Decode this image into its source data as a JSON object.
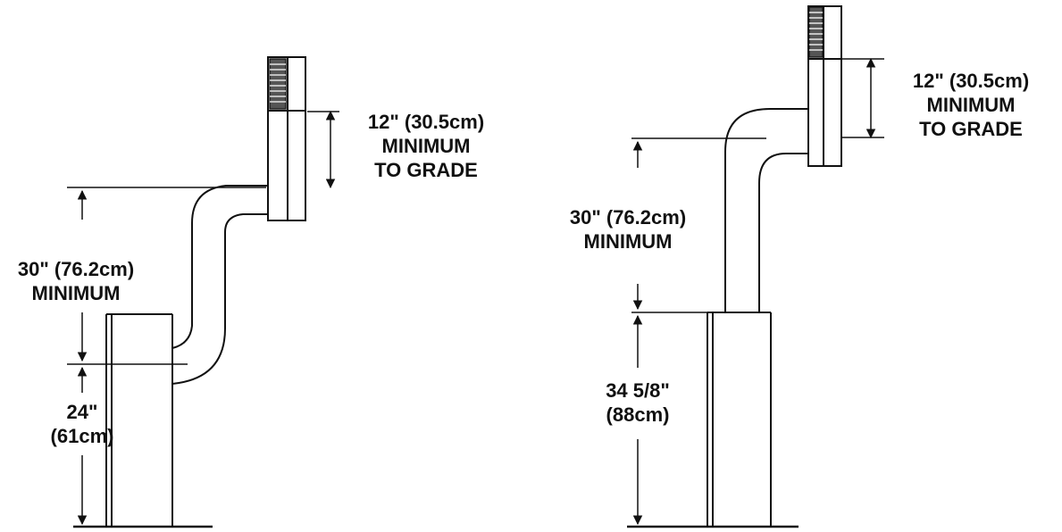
{
  "labels": {
    "left_top_line1": "12\" (30.5cm)",
    "left_top_line2": "MINIMUM",
    "left_top_line3": "TO GRADE",
    "left_mid_line1": "30\" (76.2cm)",
    "left_mid_line2": "MINIMUM",
    "left_bot_line1": "24\"",
    "left_bot_line2": "(61cm)",
    "right_top_line1": "12\" (30.5cm)",
    "right_top_line2": "MINIMUM",
    "right_top_line3": "TO GRADE",
    "right_mid_line1": "30\" (76.2cm)",
    "right_mid_line2": "MINIMUM",
    "right_bot_line1": "34 5/8\"",
    "right_bot_line2": "(88cm)"
  },
  "colors": {
    "line": "#111111",
    "background": "#ffffff"
  }
}
